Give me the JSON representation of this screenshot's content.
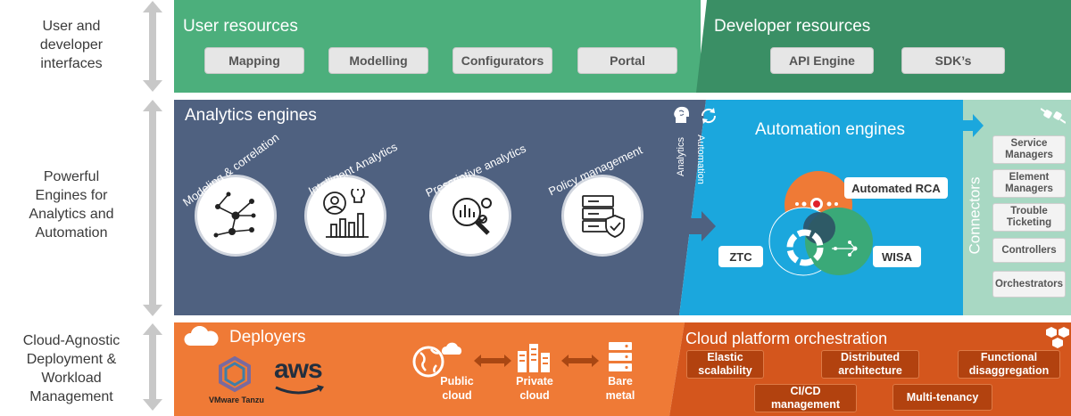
{
  "side": {
    "top": [
      "User and",
      "developer",
      "interfaces"
    ],
    "mid": [
      "Powerful",
      "Engines for",
      "Analytics and",
      "Automation"
    ],
    "bot": [
      "Cloud-Agnostic",
      "Deployment &",
      "Workload",
      "Management"
    ]
  },
  "user_resources": {
    "title": "User resources",
    "items": [
      "Mapping",
      "Modelling",
      "Configurators",
      "Portal"
    ]
  },
  "developer_resources": {
    "title": "Developer resources",
    "items": [
      "API Engine",
      "SDK’s"
    ]
  },
  "analytics": {
    "title": "Analytics engines",
    "engines": [
      "Modeling & correlation",
      "Intelligent Analytics",
      "Prescriptive analytics",
      "Policy management"
    ],
    "tag": "Analytics"
  },
  "automation": {
    "title": "Automation engines",
    "tag": "Automation",
    "venn": {
      "rca": "Automated RCA",
      "ztc": "ZTC",
      "wisa": "WISA"
    }
  },
  "connectors": {
    "title": "Connectors",
    "items": [
      "Service Managers",
      "Element Managers",
      "Trouble Ticketing",
      "Controllers",
      "Orchestrators"
    ]
  },
  "deployers": {
    "title": "Deployers",
    "logos": {
      "tanzu": "VMware Tanzu",
      "aws": "aws"
    },
    "targets": [
      "Public cloud",
      "Private cloud",
      "Bare metal"
    ]
  },
  "cloud_platform": {
    "title": "Cloud platform orchestration",
    "items": [
      "Elastic scalability",
      "Distributed architecture",
      "Functional disaggregation",
      "CI/CD management",
      "Multi-tenancy"
    ]
  },
  "colors": {
    "user_green": "#4caf7c",
    "dev_green": "#3a8f65",
    "analytics_navy": "#4f6180",
    "automation_blue": "#1ba7dd",
    "connectors_mint": "#a8d8c3",
    "deployers_orange": "#ef7a36",
    "cloud_orange": "#d4561d"
  },
  "icons": [
    "brain-icon",
    "cycle-icon",
    "plug-icon",
    "cloud-icon",
    "hexagons-icon",
    "globe-icon",
    "server-icon",
    "building-icon"
  ]
}
